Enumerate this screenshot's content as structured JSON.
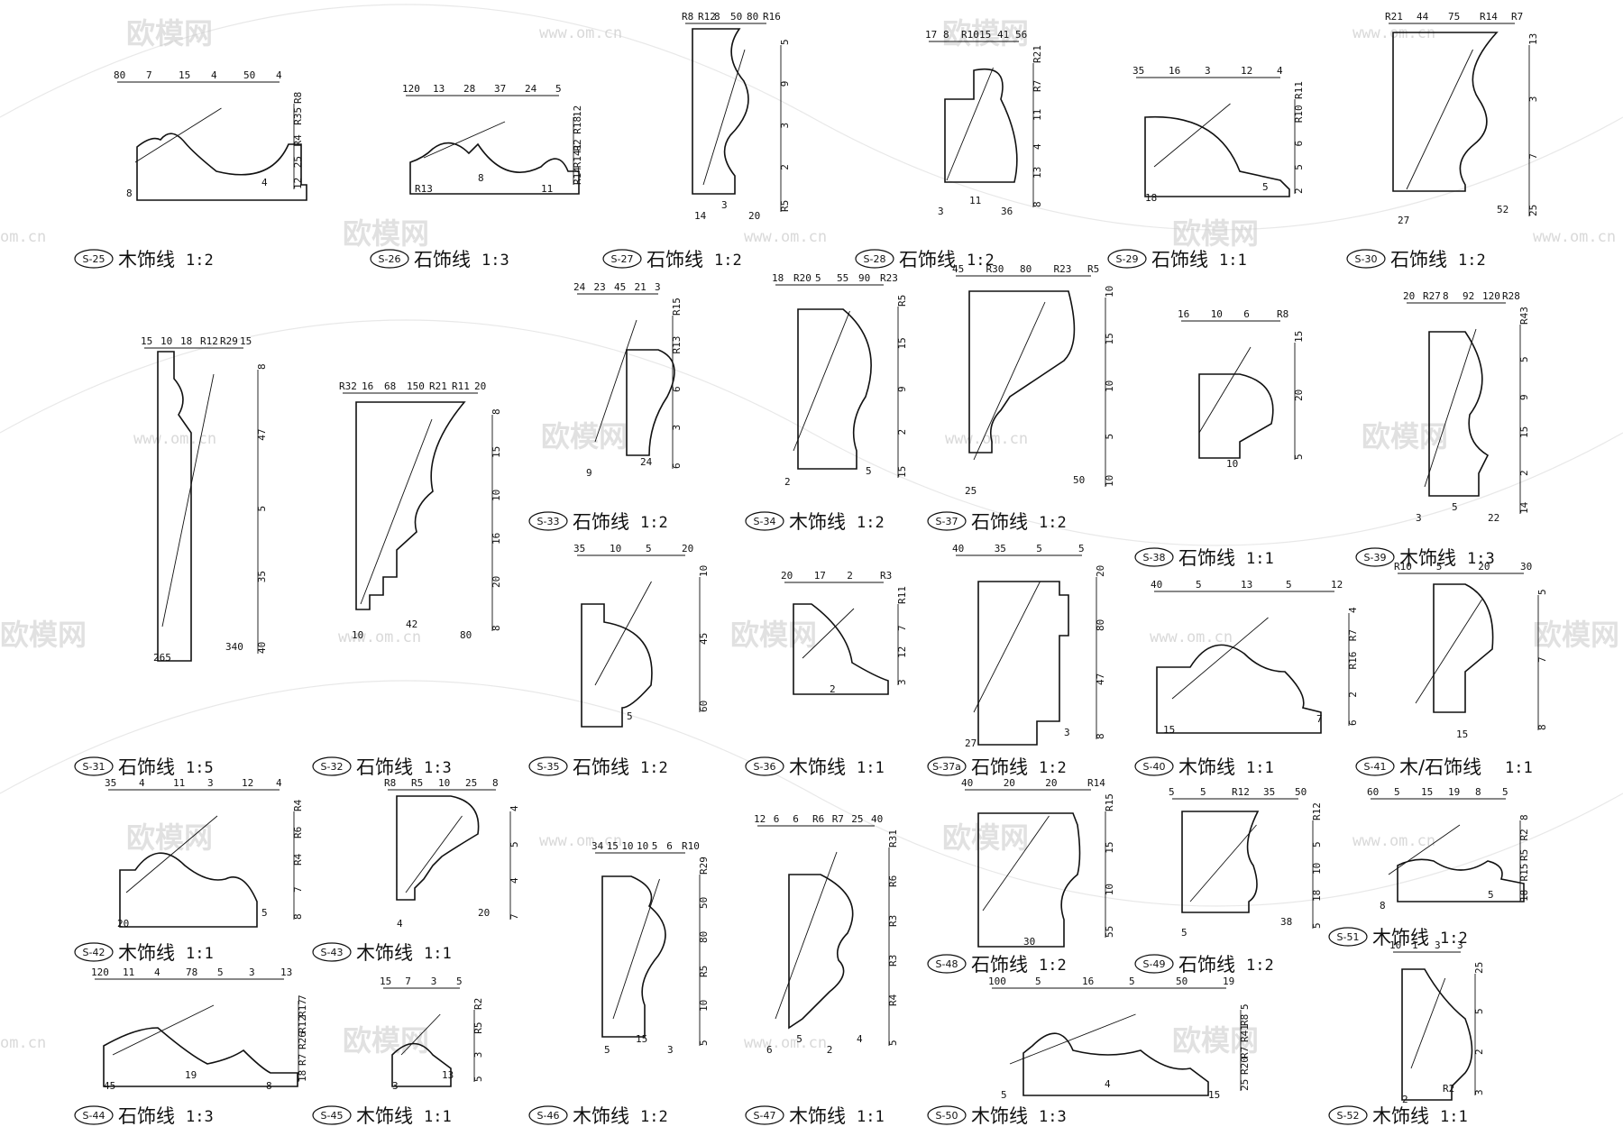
{
  "watermark": {
    "brand": "欧模网",
    "url": "www.om.cn",
    "url_short": "om.cn"
  },
  "profiles": [
    {
      "code": "S-25",
      "title": "木饰线",
      "scale": "1:2",
      "dims": [
        "80",
        "7",
        "15",
        "4",
        "50",
        "4",
        "R8",
        "R35",
        "R4",
        "25",
        "12",
        "8",
        "4"
      ]
    },
    {
      "code": "S-26",
      "title": "石饰线",
      "scale": "1:3",
      "dims": [
        "120",
        "13",
        "28",
        "37",
        "24",
        "5",
        "12",
        "R18",
        "R2",
        "R141",
        "R14",
        "R13",
        "8",
        "11"
      ]
    },
    {
      "code": "S-27",
      "title": "石饰线",
      "scale": "1:2",
      "dims": [
        "R8",
        "R12",
        "8",
        "50",
        "80",
        "R16",
        "5",
        "9",
        "3",
        "2",
        "R5",
        "14",
        "3",
        "20"
      ]
    },
    {
      "code": "S-28",
      "title": "石饰线",
      "scale": "1:2",
      "dims": [
        "17",
        "8",
        "R10",
        "15",
        "41",
        "56",
        "R21",
        "R7",
        "11",
        "4",
        "13",
        "8",
        "3",
        "11",
        "36"
      ]
    },
    {
      "code": "S-29",
      "title": "石饰线",
      "scale": "1:1",
      "dims": [
        "35",
        "16",
        "3",
        "12",
        "4",
        "R11",
        "R10",
        "6",
        "5",
        "2",
        "18",
        "5"
      ]
    },
    {
      "code": "S-30",
      "title": "石饰线",
      "scale": "1:2",
      "dims": [
        "R21",
        "44",
        "75",
        "R14",
        "R7",
        "13",
        "3",
        "7",
        "25",
        "27",
        "52"
      ]
    },
    {
      "code": "S-31",
      "title": "石饰线",
      "scale": "1:5",
      "dims": [
        "15",
        "10",
        "18",
        "R12",
        "R29",
        "15",
        "8",
        "47",
        "5",
        "35",
        "40",
        "265",
        "340"
      ]
    },
    {
      "code": "S-32",
      "title": "石饰线",
      "scale": "1:3",
      "dims": [
        "R32",
        "16",
        "68",
        "150",
        "R21",
        "R11",
        "20",
        "8",
        "15",
        "10",
        "16",
        "20",
        "8",
        "10",
        "42",
        "80"
      ]
    },
    {
      "code": "S-33",
      "title": "石饰线",
      "scale": "1:2",
      "dims": [
        "24",
        "23",
        "45",
        "21",
        "3",
        "R15",
        "R13",
        "6",
        "3",
        "6",
        "9",
        "24"
      ]
    },
    {
      "code": "S-34",
      "title": "木饰线",
      "scale": "1:2",
      "dims": [
        "18",
        "R20",
        "5",
        "55",
        "90",
        "R23",
        "R5",
        "15",
        "9",
        "2",
        "15",
        "2",
        "5"
      ]
    },
    {
      "code": "S-35",
      "title": "石饰线",
      "scale": "1:2",
      "dims": [
        "35",
        "10",
        "5",
        "20",
        "10",
        "45",
        "60",
        "5"
      ]
    },
    {
      "code": "S-36",
      "title": "木饰线",
      "scale": "1:1",
      "dims": [
        "20",
        "17",
        "2",
        "R3",
        "R11",
        "7",
        "12",
        "3",
        "2"
      ]
    },
    {
      "code": "S-37",
      "title": "石饰线",
      "scale": "1:2",
      "dims": [
        "45",
        "R30",
        "80",
        "R23",
        "R5",
        "10",
        "15",
        "10",
        "5",
        "10",
        "25",
        "50"
      ]
    },
    {
      "code": "S-37a",
      "title": "石饰线",
      "scale": "1:2",
      "dims": [
        "40",
        "35",
        "5",
        "5",
        "20",
        "80",
        "47",
        "8",
        "27",
        "3"
      ]
    },
    {
      "code": "S-38",
      "title": "石饰线",
      "scale": "1:1",
      "dims": [
        "16",
        "10",
        "6",
        "R8",
        "15",
        "20",
        "5",
        "10"
      ]
    },
    {
      "code": "S-39",
      "title": "木饰线",
      "scale": "1:3",
      "dims": [
        "20",
        "R27",
        "8",
        "92",
        "120",
        "R28",
        "R43",
        "5",
        "9",
        "15",
        "2",
        "14",
        "3",
        "5",
        "22"
      ]
    },
    {
      "code": "S-40",
      "title": "木饰线",
      "scale": "1:1",
      "dims": [
        "40",
        "5",
        "13",
        "5",
        "12",
        "4",
        "R7",
        "R16",
        "2",
        "6",
        "15",
        "7"
      ]
    },
    {
      "code": "S-41",
      "title": "木/石饰线",
      "scale": "1:1",
      "dims": [
        "R10",
        "5",
        "20",
        "30",
        "5",
        "7",
        "8",
        "15"
      ]
    },
    {
      "code": "S-42",
      "title": "木饰线",
      "scale": "1:1",
      "dims": [
        "35",
        "4",
        "11",
        "3",
        "12",
        "4",
        "R4",
        "R6",
        "R4",
        "7",
        "8",
        "20",
        "5"
      ]
    },
    {
      "code": "S-43",
      "title": "木饰线",
      "scale": "1:1",
      "dims": [
        "R8",
        "R5",
        "10",
        "25",
        "8",
        "4",
        "5",
        "4",
        "7",
        "4",
        "20"
      ]
    },
    {
      "code": "S-44",
      "title": "石饰线",
      "scale": "1:3",
      "dims": [
        "120",
        "11",
        "4",
        "78",
        "5",
        "3",
        "13",
        "7",
        "R17",
        "R12",
        "R26",
        "R7",
        "18",
        "45",
        "19",
        "8"
      ]
    },
    {
      "code": "S-45",
      "title": "木饰线",
      "scale": "1:1",
      "dims": [
        "15",
        "7",
        "3",
        "5",
        "R2",
        "R5",
        "3",
        "5",
        "3",
        "13"
      ]
    },
    {
      "code": "S-46",
      "title": "木饰线",
      "scale": "1:2",
      "dims": [
        "34",
        "15",
        "10",
        "10",
        "5",
        "6",
        "R10",
        "R29",
        "50",
        "80",
        "R5",
        "10",
        "5",
        "5",
        "15",
        "3"
      ]
    },
    {
      "code": "S-47",
      "title": "木饰线",
      "scale": "1:1",
      "dims": [
        "12",
        "6",
        "6",
        "R6",
        "R7",
        "25",
        "40",
        "R31",
        "R6",
        "R3",
        "R3",
        "R4",
        "5",
        "6",
        "5",
        "2",
        "4"
      ]
    },
    {
      "code": "S-48",
      "title": "石饰线",
      "scale": "1:2",
      "dims": [
        "40",
        "20",
        "20",
        "R14",
        "R15",
        "15",
        "10",
        "55",
        "30"
      ]
    },
    {
      "code": "S-49",
      "title": "石饰线",
      "scale": "1:2",
      "dims": [
        "5",
        "5",
        "R12",
        "35",
        "50",
        "R12",
        "5",
        "10",
        "18",
        "5",
        "5",
        "38"
      ]
    },
    {
      "code": "S-50",
      "title": "木饰线",
      "scale": "1:3",
      "dims": [
        "100",
        "5",
        "16",
        "5",
        "50",
        "19",
        "5",
        "R8",
        "R41",
        "R7",
        "R20",
        "25",
        "5",
        "4",
        "15"
      ]
    },
    {
      "code": "S-51",
      "title": "木饰线",
      "scale": "1:2",
      "dims": [
        "60",
        "5",
        "15",
        "19",
        "8",
        "5",
        "8",
        "R2",
        "R5",
        "R15",
        "18",
        "8",
        "5"
      ]
    },
    {
      "code": "S-52",
      "title": "木饰线",
      "scale": "1:1",
      "dims": [
        "10",
        "1",
        "3",
        "3",
        "25",
        "5",
        "2",
        "3",
        "2",
        "R2"
      ]
    }
  ]
}
